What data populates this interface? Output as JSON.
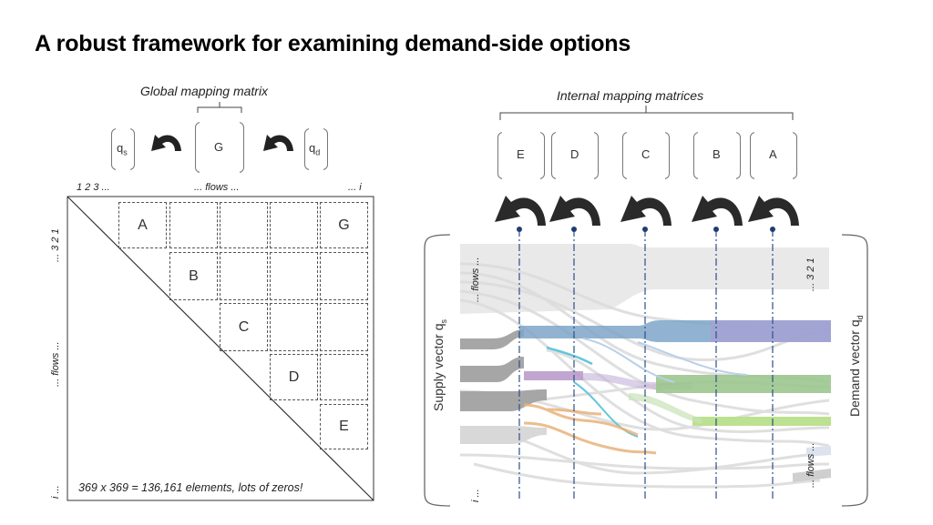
{
  "title": "A robust framework for examining demand-side options",
  "left": {
    "header": "Global mapping matrix",
    "qs": "q",
    "qs_sub": "s",
    "g": "G",
    "qd": "q",
    "qd_sub": "d",
    "top_axis_start": "1 2 3 ...",
    "top_axis_mid": "... flows ...",
    "top_axis_end": "... i",
    "side_axis_top": "... 3 2 1",
    "side_axis_mid": "... flows ...",
    "side_axis_bottom": "i ...",
    "cells": [
      "A",
      "B",
      "C",
      "D",
      "E",
      "G"
    ],
    "footer": "369 x 369 = 136,161 elements, lots of zeros!"
  },
  "right": {
    "header": "Internal mapping matrices",
    "matrices": [
      "E",
      "D",
      "C",
      "B",
      "A"
    ],
    "supply_label": "Supply vector q",
    "supply_sub": "s",
    "demand_label": "Demand vector q",
    "demand_sub": "d",
    "left_flows": "... flows ...",
    "left_i": "i ...",
    "right_top": "... 3 2 1",
    "right_flows": "... flows ..."
  },
  "colors": {
    "blue": "#7ea6c9",
    "purple": "#a58ec6",
    "green": "#9cc78e",
    "lightgreen": "#b8df8a",
    "orange": "#e9b27a",
    "cyan": "#63c6dd",
    "grey": "#9a9a9a",
    "axis_blue": "#2b4f8a"
  }
}
